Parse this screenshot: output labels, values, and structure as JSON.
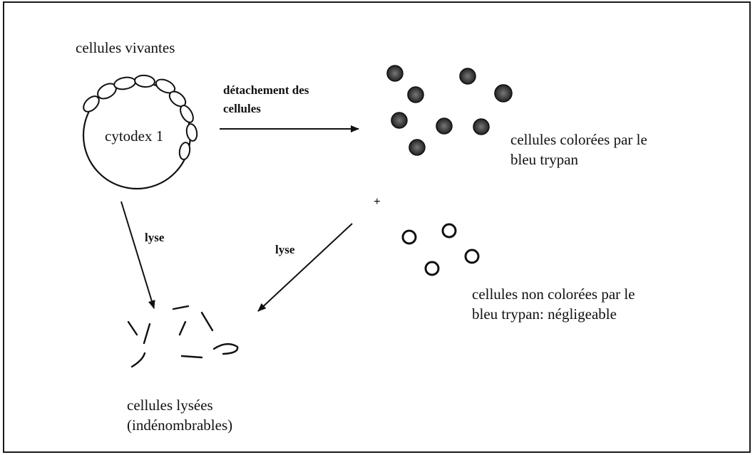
{
  "labels": {
    "living_cells": "cellules vivantes",
    "bead": "cytodex 1",
    "detachment_line1": "détachement des",
    "detachment_line2": "cellules",
    "stained_line1": "cellules colorées par le",
    "stained_line2": "bleu trypan",
    "plus": "+",
    "lysis_left": "lyse",
    "lysis_right": "lyse",
    "unstained_line1": "cellules non colorées par le",
    "unstained_line2": "bleu trypan: négligeable",
    "lysed_line1": "cellules lysées",
    "lysed_line2": "(indénombrables)"
  },
  "colors": {
    "ink": "#111111",
    "stained_cell_fill": "#5a5a5a",
    "frame": "#1a1a1a"
  }
}
